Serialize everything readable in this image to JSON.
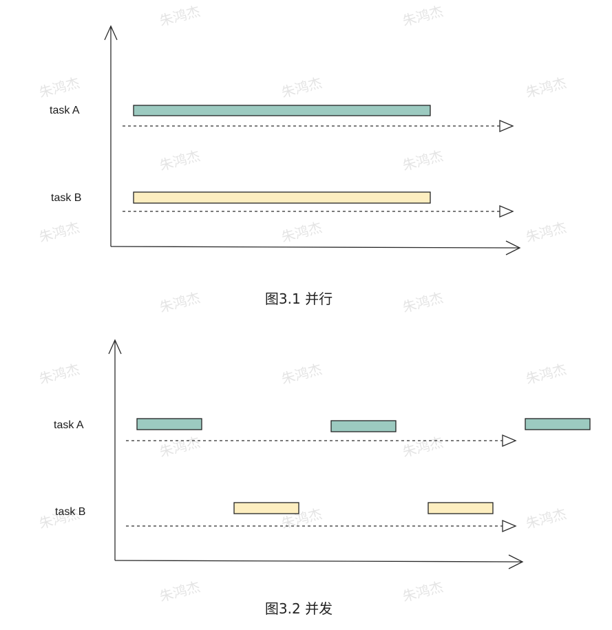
{
  "figures": [
    {
      "caption": "图3.1 并行",
      "tasks": [
        {
          "label": "task A",
          "segments": [
            [
              0.0,
              1.0
            ]
          ]
        },
        {
          "label": "task B",
          "segments": [
            [
              0.0,
              1.0
            ]
          ]
        }
      ]
    },
    {
      "caption": "图3.2 并发",
      "tasks": [
        {
          "label": "task A",
          "segments": [
            [
              0.0,
              0.2
            ],
            [
              0.6,
              0.8
            ],
            [
              1.2,
              1.4
            ]
          ]
        },
        {
          "label": "task B",
          "segments": [
            [
              0.3,
              0.5
            ],
            [
              0.9,
              1.1
            ]
          ]
        }
      ]
    }
  ],
  "colors": {
    "task_a_bar": "#9ccac0",
    "task_b_bar": "#fdeec0",
    "line": "#2b2b2b",
    "watermark": "#cfcfcf"
  },
  "watermark": "朱鸿杰"
}
